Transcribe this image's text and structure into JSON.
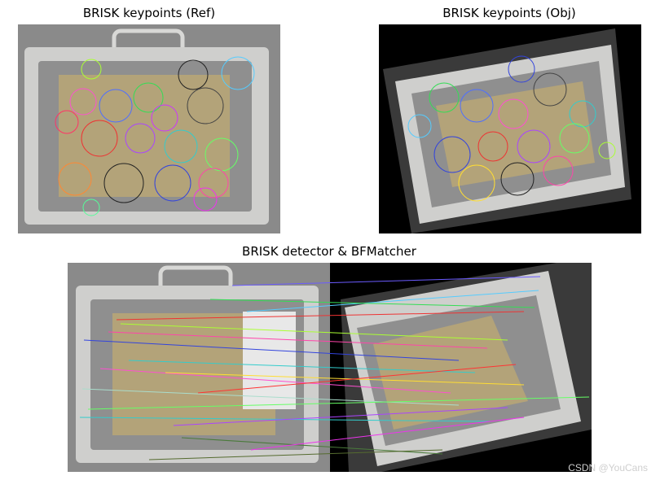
{
  "figure": {
    "panels": [
      {
        "id": "ref",
        "title": "BRISK keypoints (Ref)",
        "image": "keypoints-ref",
        "bg": "#8a8a8a"
      },
      {
        "id": "obj",
        "title": "BRISK keypoints (Obj)",
        "image": "keypoints-obj",
        "bg": "#000000"
      },
      {
        "id": "match",
        "title": "BRISK detector & BFMatcher",
        "image": "matches"
      }
    ]
  },
  "watermark": "CSDN @YouCans",
  "colors": {
    "gray_bg": "#8a8a8a",
    "frame": "#c8c8c6",
    "board": "#b9a77a",
    "black": "#000000"
  }
}
